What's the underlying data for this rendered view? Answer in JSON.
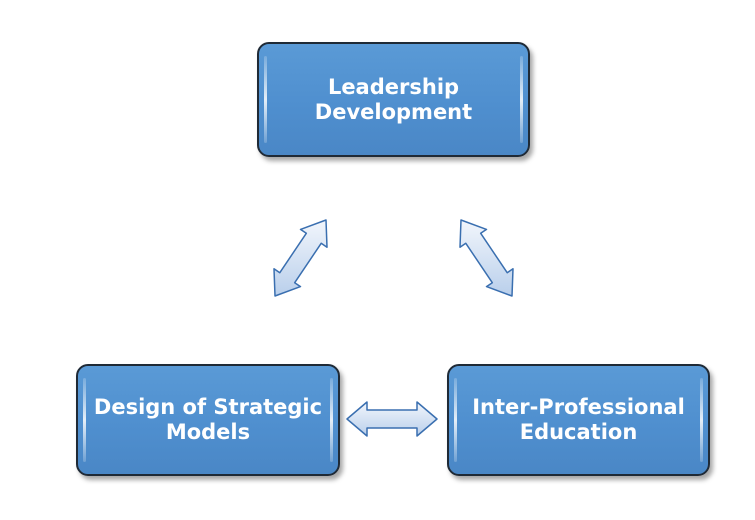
{
  "diagram": {
    "nodes": [
      {
        "id": "leadership",
        "label": "Leadership\nDevelopment"
      },
      {
        "id": "strategic",
        "label": "Design of Strategic\nModels"
      },
      {
        "id": "interprof",
        "label": "Inter-Professional\nEducation"
      }
    ],
    "edges": [
      {
        "from": "leadership",
        "to": "strategic",
        "type": "bidirectional"
      },
      {
        "from": "leadership",
        "to": "interprof",
        "type": "bidirectional"
      },
      {
        "from": "strategic",
        "to": "interprof",
        "type": "bidirectional"
      }
    ],
    "colors": {
      "node_fill": "#4f8fcf",
      "node_border": "#1f2a36",
      "node_text": "#ffffff",
      "arrow_fill": "#c9daf0",
      "arrow_stroke": "#3a6fb0"
    }
  }
}
